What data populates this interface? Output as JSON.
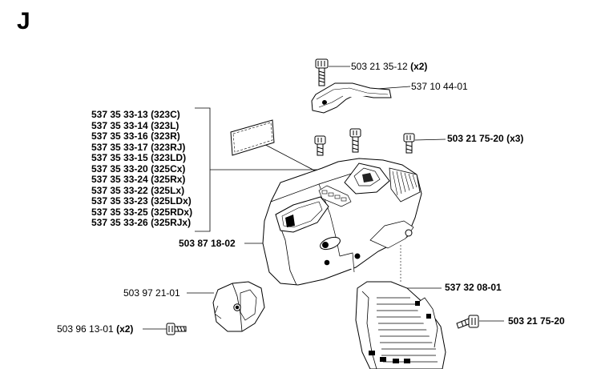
{
  "section_letter": "J",
  "parts": {
    "screw_top": {
      "number": "503 21 35-12",
      "qty": "(x2)"
    },
    "top_cover": {
      "number": "537 10 44-01"
    },
    "screw_right": {
      "number": "503 21 75-20",
      "qty": "(x3)"
    },
    "cylinder_cover": {
      "number": "503 87 18-02"
    },
    "air_filter": {
      "number": "503 97 21-01"
    },
    "screw_small": {
      "number": "503 96 13-01",
      "qty": "(x2)"
    },
    "muffler_guard": {
      "number": "537 32 08-01"
    },
    "screw_bottom_right": {
      "number": "503 21 75-20"
    }
  },
  "decal_kits": [
    "537 35 33-13 (323C)",
    "537 35 33-14 (323L)",
    "537 35 33-16 (323R)",
    "537 35 33-17 (323RJ)",
    "537 35 33-15 (323LD)",
    "537 35 33-20 (325Cx)",
    "537 35 33-24 (325Rx)",
    "537 35 33-22 (325Lx)",
    "537 35 33-23 (325LDx)",
    "537 35 33-25 (325RDx)",
    "537 35 33-26 (325RJx)"
  ]
}
